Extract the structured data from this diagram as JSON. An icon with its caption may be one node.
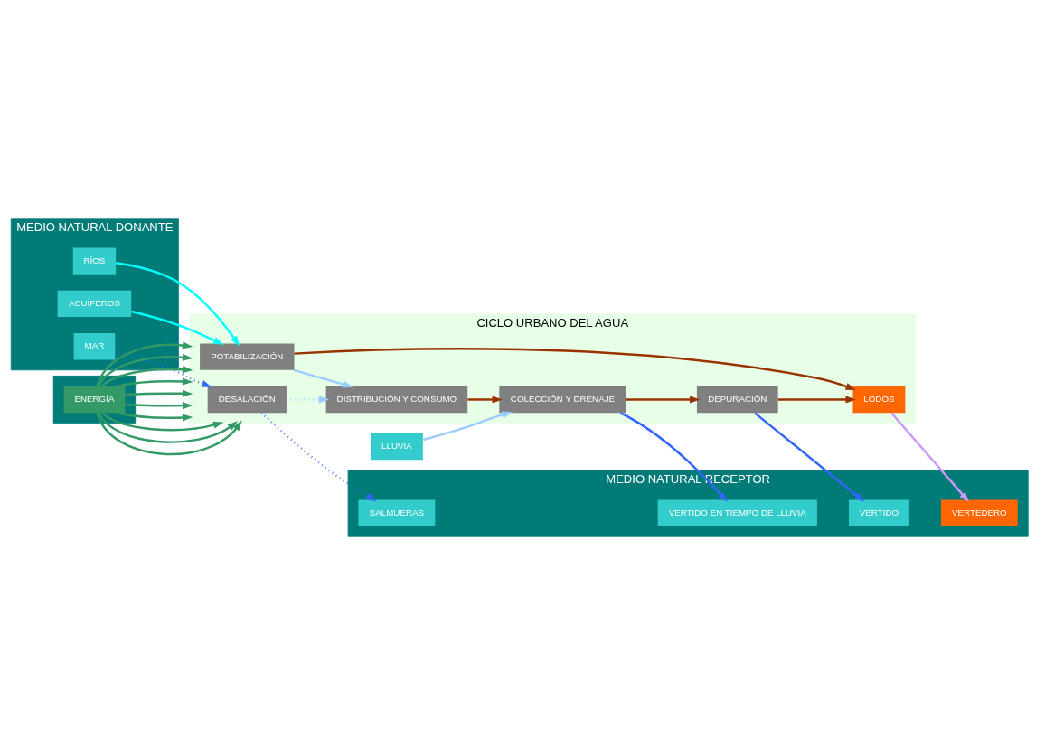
{
  "diagram": {
    "nodes": [
      {
        "text": [
          "MEDIO NATURAL DONANTE"
        ]
      },
      {
        "text": [
          "MAR"
        ],
        "in": 0
      },
      {
        "text": [
          "RÍOS"
        ],
        "in": 0
      },
      {
        "text": [
          "ACUÍFEROS"
        ],
        "in": 0
      },
      {
        "text": [
          "CICLO URBANO DEL AGUA"
        ]
      },
      {
        "text": [
          "DESALACIÓN"
        ],
        "in": 4
      },
      {
        "text": [
          "DISTRIBUCIÓN Y CONSUMO"
        ],
        "in": 4
      },
      {
        "text": [
          "COLECCIÓN Y DRENAJE"
        ],
        "in": 4
      },
      {
        "text": [
          "POTABILIZACIÓN"
        ],
        "in": 4
      },
      {
        "text": [
          "DEPURACIÓN"
        ],
        "in": 4
      },
      {
        "text": [
          "LODOS"
        ],
        "in": 4
      },
      {
        "text": [
          "LLUVIA"
        ]
      },
      {
        "text": [
          "MEDIO NATURAL RECEPTOR"
        ]
      },
      {
        "text": [
          "SALMUERAS"
        ],
        "in": 12
      },
      {
        "text": [
          "VERTIDO EN TIEMPO DE LLUVIA"
        ],
        "in": 12
      },
      {
        "text": [
          "VERTIDO"
        ],
        "in": 12
      },
      {
        "text": [
          "VERTEDERO"
        ],
        "in": 12
      },
      {
        "text": [],
        "shape": "bar"
      },
      {
        "text": [
          "ENERGÍA"
        ],
        "in": 17
      }
    ],
    "edges": [
      {
        "from": 1,
        "to": 5,
        "arrow": "to",
        "style": "dashed",
        "color": "#3366ff"
      },
      {
        "from": 5,
        "to": 13,
        "arrow": "to",
        "style": "dashed",
        "color": "#3366ff"
      },
      {
        "from": 5,
        "to": 6,
        "arrow": "to",
        "style": "dashed",
        "color": "#99ccff"
      },
      {
        "from": 8,
        "to": 6,
        "arrow": "to",
        "color": "#99ccff"
      },
      {
        "from": 2,
        "to": 8,
        "arrow": "to",
        "color": "#00ffff"
      },
      {
        "from": 3,
        "to": 8,
        "arrow": "to",
        "color": "#00ffff"
      },
      {
        "from": 6,
        "to": 7,
        "arrow": "to",
        "color": "#993300"
      },
      {
        "from": 11,
        "to": 7,
        "arrow": "to",
        "color": "#99ccff"
      },
      {
        "from": 7,
        "to": 14,
        "arrow": "to",
        "color": "#3366ff"
      },
      {
        "from": 7,
        "to": 9,
        "arrow": "to",
        "color": "#993300"
      },
      {
        "from": 9,
        "to": 15,
        "arrow": "to",
        "color": "#3366ff"
      },
      {
        "from": 9,
        "to": 10,
        "arrow": "to",
        "color": "#993300"
      },
      {
        "from": 8,
        "to": 10,
        "arrow": "to",
        "color": "#993300"
      },
      {
        "from": 10,
        "to": 16,
        "arrow": "to",
        "color": "#cc99ff"
      },
      {
        "from": 18,
        "to": 4,
        "arrow": "to",
        "color": "#339966"
      },
      {
        "from": 18,
        "to": 4,
        "arrow": "to",
        "color": "#339966"
      },
      {
        "from": 18,
        "to": 4,
        "arrow": "to",
        "color": "#339966"
      },
      {
        "from": 18,
        "to": 4,
        "arrow": "to",
        "color": "#339966"
      },
      {
        "from": 18,
        "to": 4,
        "arrow": "to",
        "color": "#339966"
      },
      {
        "from": 18,
        "to": 4,
        "arrow": "to",
        "color": "#339966"
      },
      {
        "from": 18,
        "to": 4,
        "arrow": "to",
        "color": "#339966"
      },
      {
        "from": 18,
        "to": 4,
        "arrow": "to",
        "color": "#339966"
      },
      {
        "from": 18,
        "to": 4,
        "arrow": "to",
        "color": "#339966"
      },
      {
        "from": 18,
        "to": 4,
        "arrow": "to",
        "color": "#339966"
      }
    ]
  }
}
